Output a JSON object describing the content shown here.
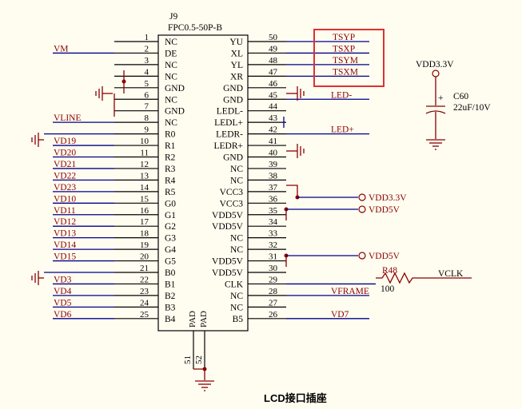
{
  "ref": "J9",
  "part": "FPC0.5-50P-B",
  "title": "LCD接口插座",
  "left_pins": [
    {
      "n": "1",
      "name": "NC",
      "net": ""
    },
    {
      "n": "2",
      "name": "DE",
      "net": "VM"
    },
    {
      "n": "3",
      "name": "NC",
      "net": ""
    },
    {
      "n": "4",
      "name": "NC",
      "net": ""
    },
    {
      "n": "5",
      "name": "GND",
      "net": ""
    },
    {
      "n": "6",
      "name": "NC",
      "net": ""
    },
    {
      "n": "7",
      "name": "GND",
      "net": ""
    },
    {
      "n": "8",
      "name": "NC",
      "net": "VLINE"
    },
    {
      "n": "9",
      "name": "R0",
      "net": ""
    },
    {
      "n": "10",
      "name": "R1",
      "net": "VD19"
    },
    {
      "n": "11",
      "name": "R2",
      "net": "VD20"
    },
    {
      "n": "12",
      "name": "R3",
      "net": "VD21"
    },
    {
      "n": "13",
      "name": "R4",
      "net": "VD22"
    },
    {
      "n": "14",
      "name": "R5",
      "net": "VD23"
    },
    {
      "n": "15",
      "name": "G0",
      "net": "VD10"
    },
    {
      "n": "16",
      "name": "G1",
      "net": "VD11"
    },
    {
      "n": "17",
      "name": "G2",
      "net": "VD12"
    },
    {
      "n": "18",
      "name": "G3",
      "net": "VD13"
    },
    {
      "n": "19",
      "name": "G4",
      "net": "VD14"
    },
    {
      "n": "20",
      "name": "G5",
      "net": "VD15"
    },
    {
      "n": "21",
      "name": "B0",
      "net": ""
    },
    {
      "n": "22",
      "name": "B1",
      "net": "VD3"
    },
    {
      "n": "23",
      "name": "B2",
      "net": "VD4"
    },
    {
      "n": "24",
      "name": "B3",
      "net": "VD5"
    },
    {
      "n": "25",
      "name": "B4",
      "net": "VD6"
    }
  ],
  "right_pins": [
    {
      "n": "50",
      "name": "YU",
      "net": "TSYP"
    },
    {
      "n": "49",
      "name": "XL",
      "net": "TSXP"
    },
    {
      "n": "48",
      "name": "YL",
      "net": "TSYM"
    },
    {
      "n": "47",
      "name": "XR",
      "net": "TSXM"
    },
    {
      "n": "46",
      "name": "GND",
      "net": ""
    },
    {
      "n": "45",
      "name": "GND",
      "net": "LED-"
    },
    {
      "n": "44",
      "name": "LEDL-",
      "net": ""
    },
    {
      "n": "43",
      "name": "LEDL+",
      "net": ""
    },
    {
      "n": "42",
      "name": "LEDR-",
      "net": "LED+"
    },
    {
      "n": "41",
      "name": "LEDR+",
      "net": ""
    },
    {
      "n": "40",
      "name": "GND",
      "net": ""
    },
    {
      "n": "39",
      "name": "NC",
      "net": ""
    },
    {
      "n": "38",
      "name": "NC",
      "net": ""
    },
    {
      "n": "37",
      "name": "VCC3",
      "net": ""
    },
    {
      "n": "36",
      "name": "VCC3",
      "net": "VDD3.3V"
    },
    {
      "n": "35",
      "name": "VDD5V",
      "net": "VDD5V"
    },
    {
      "n": "34",
      "name": "VDD5V",
      "net": ""
    },
    {
      "n": "33",
      "name": "NC",
      "net": ""
    },
    {
      "n": "32",
      "name": "NC",
      "net": ""
    },
    {
      "n": "31",
      "name": "VDD5V",
      "net": "VDD5V"
    },
    {
      "n": "30",
      "name": "VDD5V",
      "net": ""
    },
    {
      "n": "29",
      "name": "CLK",
      "net": "VCLK"
    },
    {
      "n": "28",
      "name": "NC",
      "net": "VFRAME"
    },
    {
      "n": "27",
      "name": "NC",
      "net": ""
    },
    {
      "n": "26",
      "name": "B5",
      "net": "VD7"
    }
  ],
  "pad_labels": [
    "PAD",
    "PAD"
  ],
  "pad_pins": [
    "51",
    "52"
  ],
  "resistor": {
    "ref": "R48",
    "value": "100"
  },
  "capacitor": {
    "ref": "C60",
    "value": "22uF/10V",
    "polarity": "+",
    "supply": "VDD3.3V"
  },
  "highlight_color": "#e03030"
}
